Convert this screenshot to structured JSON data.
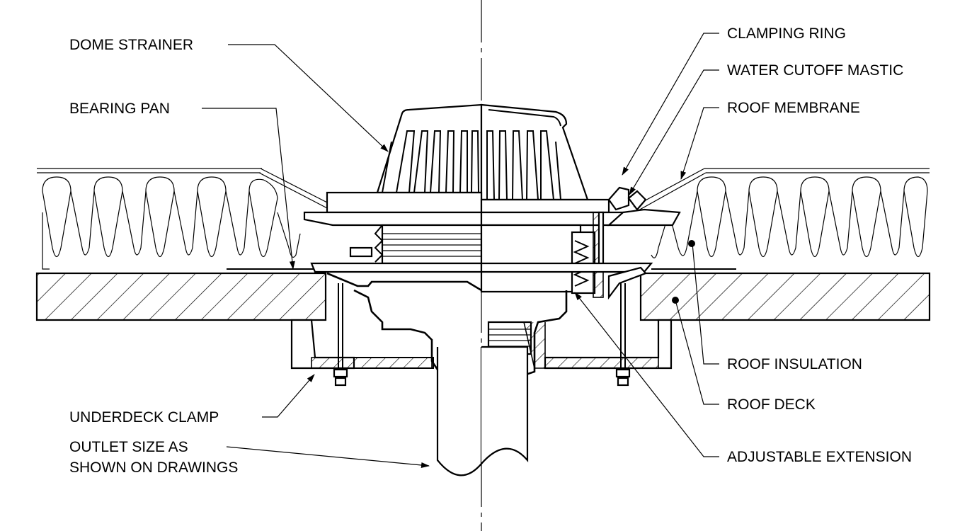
{
  "labels": {
    "dome_strainer": "DOME STRAINER",
    "bearing_pan": "BEARING PAN",
    "underdeck_clamp": "UNDERDECK CLAMP",
    "outlet_size_line1": "OUTLET SIZE AS",
    "outlet_size_line2": "SHOWN ON DRAWINGS",
    "clamping_ring": "CLAMPING RING",
    "water_cutoff_mastic": "WATER CUTOFF MASTIC",
    "roof_membrane": "ROOF MEMBRANE",
    "roof_insulation": "ROOF INSULATION",
    "roof_deck": "ROOF DECK",
    "adjustable_extension": "ADJUSTABLE EXTENSION"
  },
  "colors": {
    "line": "#000000",
    "background": "#ffffff"
  }
}
